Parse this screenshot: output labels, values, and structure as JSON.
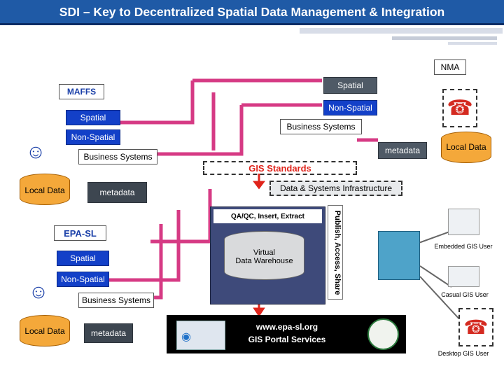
{
  "title": "SDI – Key to Decentralized Spatial Data Management & Integration",
  "nma": {
    "label": "NMA",
    "spatial": "Spatial",
    "non_spatial": "Non-Spatial",
    "business_systems": "Business Systems",
    "metadata": "metadata",
    "local_data": "Local Data"
  },
  "maffs": {
    "label": "MAFFS",
    "spatial": "Spatial",
    "non_spatial": "Non-Spatial",
    "business_systems": "Business Systems",
    "metadata": "metadata",
    "local_data": "Local Data"
  },
  "epa": {
    "label": "EPA-SL",
    "spatial": "Spatial",
    "non_spatial": "Non-Spatial",
    "business_systems": "Business Systems",
    "metadata": "metadata",
    "local_data": "Local Data"
  },
  "center": {
    "gis_standards": "GIS Standards",
    "infrastructure": "Data & Systems Infrastructure",
    "qaqc": "QA/QC, Insert, Extract",
    "warehouse": "Virtual\nData Warehouse",
    "publish": "Publish, Access, Share"
  },
  "portal": {
    "url": "www.epa-sl.org",
    "name": "GIS Portal Services"
  },
  "users": {
    "embedded": "Embedded GIS User",
    "casual": "Casual GIS User",
    "desktop": "Desktop GIS User"
  },
  "colors": {
    "title_bg": "#1f5aa6",
    "pipe": "#d63a84",
    "blue_box": "#1340c8",
    "gis_standards": "#e0241b",
    "arrow": "#e0241b"
  }
}
